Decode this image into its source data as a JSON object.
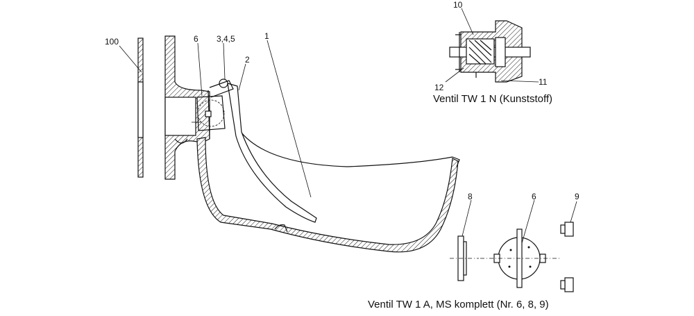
{
  "labels": {
    "part_100": "100",
    "part_6_main": "6",
    "part_3_4_5": "3,4,5",
    "part_2": "2",
    "part_1": "1",
    "part_10": "10",
    "part_12": "12",
    "part_11": "11",
    "part_8": "8",
    "part_6_detail": "6",
    "part_9": "9"
  },
  "captions": {
    "valve_plastic": "Ventil TW 1 N (Kunststoff)",
    "valve_brass": "Ventil TW 1 A, MS komplett (Nr. 6, 8, 9)"
  }
}
